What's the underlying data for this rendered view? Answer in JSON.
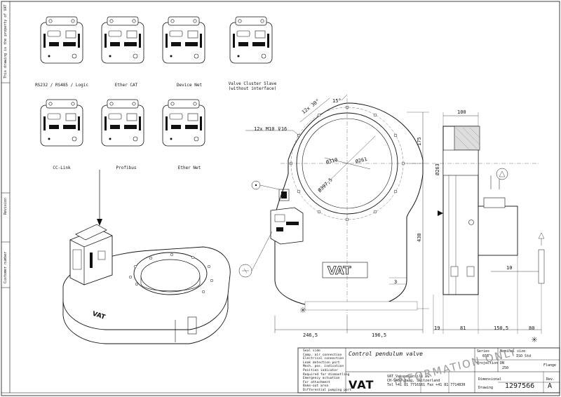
{
  "left_margin": {
    "property_note": "This drawing is the property of VAT",
    "revision": "Revision",
    "customer_number": "Customer number"
  },
  "interfaces": {
    "row1": [
      "RS232 / RS485 / Logic",
      "Ether CAT",
      "Device Net",
      "Valve Cluster Slave"
    ],
    "row1_sub": "(without interface)",
    "row2": [
      "CC-Link",
      "Profibus",
      "Ether Net"
    ]
  },
  "dimensions": {
    "hole_pattern": "12x M10 ⊽16",
    "angle_30": "12x 30°",
    "angle_15": "15°",
    "dia_310": "Ø310",
    "dia_261": "Ø261",
    "dia_397": "Ø397,5",
    "dim_175": "175",
    "dim_438": "438",
    "dim_3": "3",
    "dim_246": "246,5",
    "dim_196": "196,5",
    "dim_100": "100",
    "dim_263": "Ø263",
    "dim_10": "10",
    "dim_19": "19",
    "dim_81": "81",
    "dim_150": "150,5",
    "dim_80": "80"
  },
  "title_block": {
    "legend": [
      "Seal side",
      "Comp. air connection",
      "Electrical connection",
      "Leak detection port",
      "Mech. pos. indication",
      "Position indicator",
      "Required for dismantling",
      "Emergency actuation",
      "For attachment",
      "Bake-out area",
      "Differential pumping port"
    ],
    "title": "Control pendulum valve",
    "series_label": "Series",
    "series_value": "653",
    "nominal_label": "Nominal size",
    "nominal_value": "ISO Std",
    "projection_label": "Projection",
    "dn_label": "DN",
    "dn_value": "250",
    "flange_label": "Flange",
    "company": "VAT Vakuumventile AG",
    "company_addr": "CH-9469 Haag, Switzerland",
    "company_tel": "Tel +41 81 7716161  Fax +41 81 7714830",
    "dims_label": "Dimensional",
    "drawing_label": "Drawing",
    "drawing_number": "1297566",
    "rev_label": "Rev.",
    "rev_value": "A",
    "logo": "VAT",
    "watermark": "INFORMATION ONLY"
  },
  "colors": {
    "line": "#111111",
    "grey": "#8a8a8a",
    "watermark": "#9a9a9a"
  }
}
